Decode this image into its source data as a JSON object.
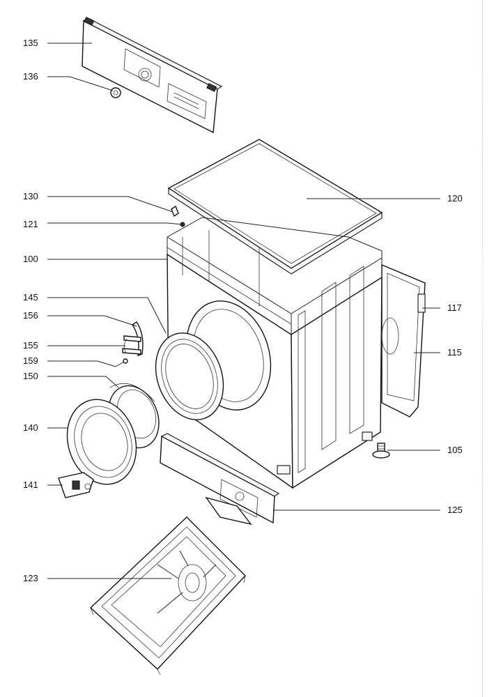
{
  "diagram": {
    "parts": [
      {
        "id": "p135",
        "number": "135",
        "side": "left"
      },
      {
        "id": "p136",
        "number": "136",
        "side": "left"
      },
      {
        "id": "p130",
        "number": "130",
        "side": "left"
      },
      {
        "id": "p121",
        "number": "121",
        "side": "left"
      },
      {
        "id": "p100",
        "number": "100",
        "side": "left"
      },
      {
        "id": "p145",
        "number": "145",
        "side": "left"
      },
      {
        "id": "p156",
        "number": "156",
        "side": "left"
      },
      {
        "id": "p155",
        "number": "155",
        "side": "left"
      },
      {
        "id": "p159",
        "number": "159",
        "side": "left"
      },
      {
        "id": "p150",
        "number": "150",
        "side": "left"
      },
      {
        "id": "p140",
        "number": "140",
        "side": "left"
      },
      {
        "id": "p141",
        "number": "141",
        "side": "left"
      },
      {
        "id": "p123",
        "number": "123",
        "side": "left"
      },
      {
        "id": "p120",
        "number": "120",
        "side": "right"
      },
      {
        "id": "p117",
        "number": "117",
        "side": "right"
      },
      {
        "id": "p115",
        "number": "115",
        "side": "right"
      },
      {
        "id": "p105",
        "number": "105",
        "side": "right"
      },
      {
        "id": "p125",
        "number": "125",
        "side": "right"
      }
    ]
  }
}
